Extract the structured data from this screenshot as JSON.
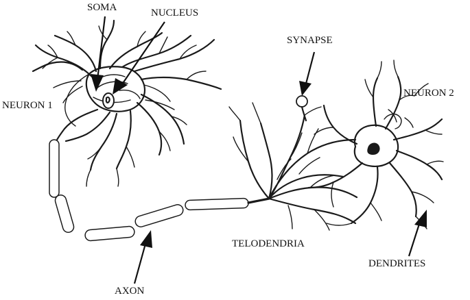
{
  "labels": {
    "soma": "SOMA",
    "nucleus": "NUCLEUS",
    "neuron1": "NEURON 1",
    "synapse": "SYNAPSE",
    "neuron2": "NEURON 2",
    "telodendria": "TELODENDRIA",
    "dendrites": "DENDRITES",
    "axon": "AXON"
  },
  "colors": {
    "ink": "#1a1a1a",
    "background": "#ffffff"
  }
}
